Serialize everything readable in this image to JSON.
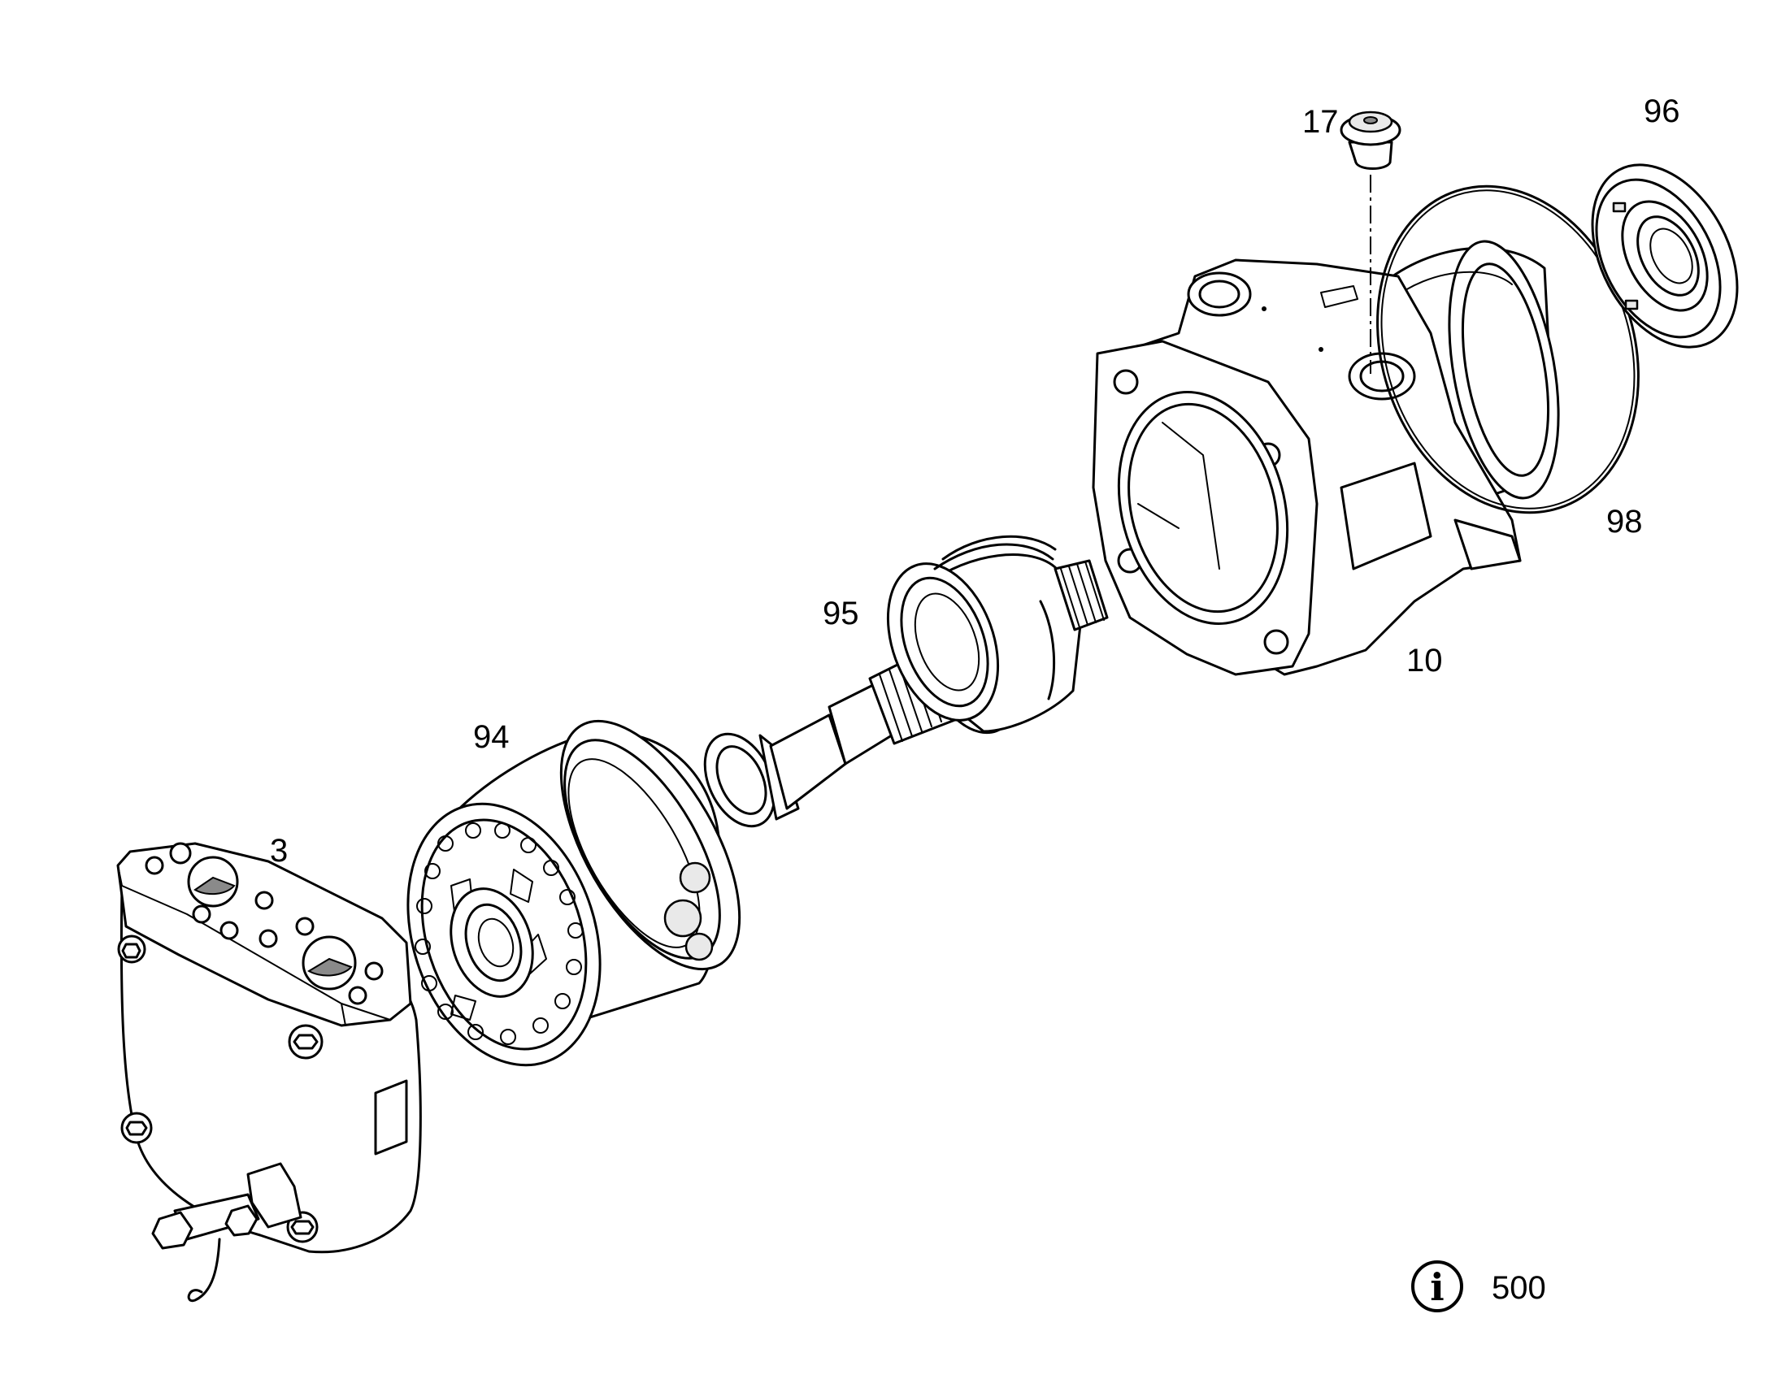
{
  "labels": {
    "part_3": "3",
    "part_94": "94",
    "part_95": "95",
    "part_10": "10",
    "part_17": "17",
    "part_96": "96",
    "part_98": "98"
  },
  "info": {
    "icon": "info-icon",
    "glyph": "i",
    "reference": "500"
  }
}
